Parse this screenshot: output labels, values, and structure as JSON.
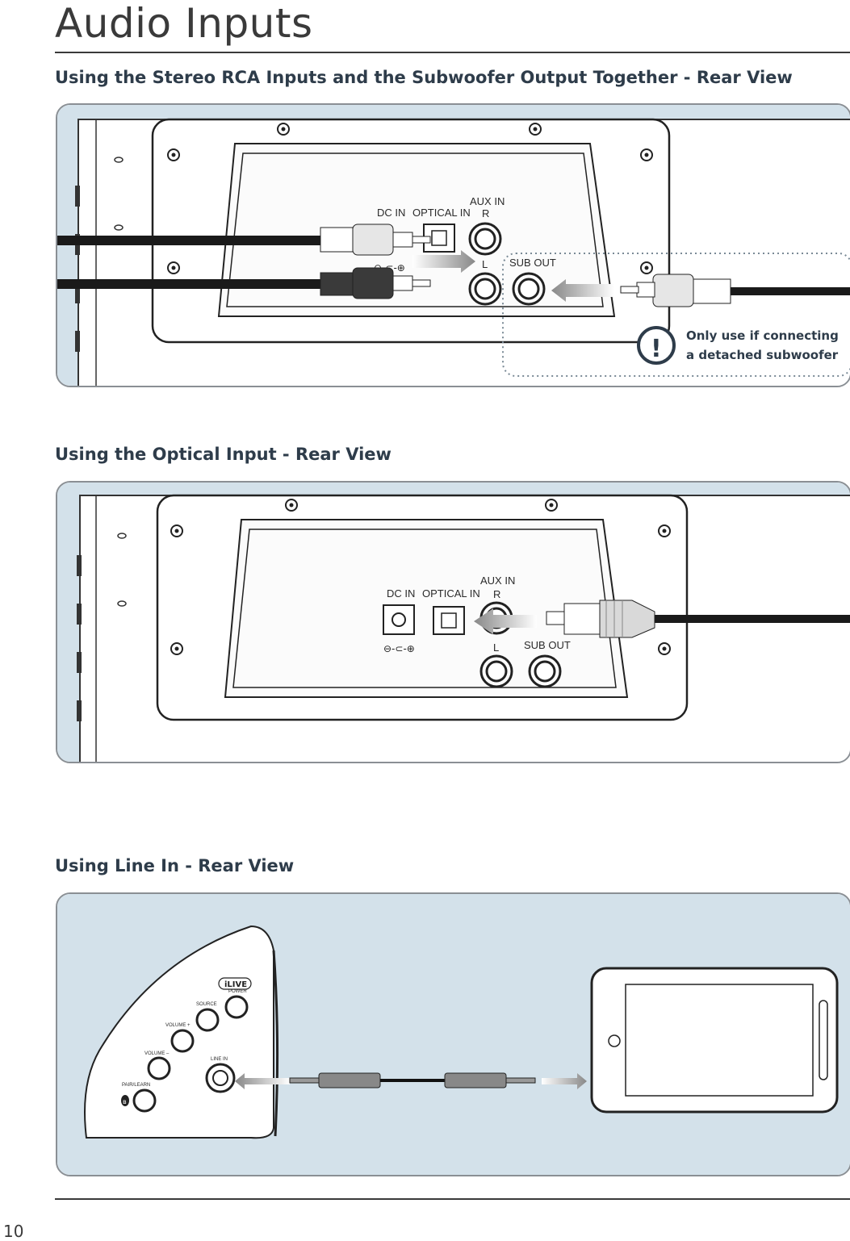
{
  "page": {
    "title": "Audio Inputs",
    "page_number": "10"
  },
  "sections": [
    {
      "heading": "Using the Stereo RCA Inputs and the Subwoofer Output Together - Rear View",
      "labels": {
        "dc_in": "DC IN",
        "optical_in": "OPTICAL IN",
        "aux_in": "AUX IN",
        "r": "R",
        "l": "L",
        "sub_out": "SUB OUT"
      },
      "note_line1": "Only use if connecting",
      "note_line2": "a detached subwoofer",
      "warning_icon": "exclamation-icon"
    },
    {
      "heading": "Using the Optical Input - Rear View",
      "labels": {
        "dc_in": "DC IN",
        "optical_in": "OPTICAL IN",
        "aux_in": "AUX IN",
        "r": "R",
        "l": "L",
        "sub_out": "SUB OUT"
      }
    },
    {
      "heading": "Using Line In - Rear View",
      "logo_text": "iLIVE",
      "buttons": {
        "power": "POWER",
        "source": "SOURCE",
        "volume_plus": "VOLUME +",
        "volume_minus": "VOLUME –",
        "pair_learn": "PAIR/LEARN",
        "line_in": "LINE IN"
      },
      "bluetooth_icon": "bluetooth-icon"
    }
  ],
  "colors": {
    "panel_fill": "#d3e1ea",
    "panel_border": "#8a8f94",
    "text": "#2e3c4a"
  }
}
